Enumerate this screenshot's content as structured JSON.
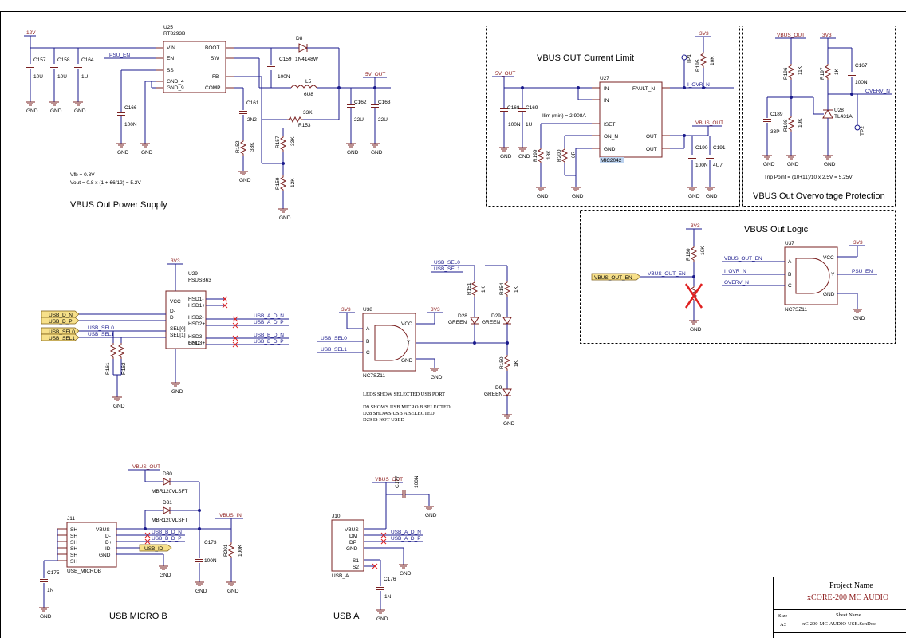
{
  "titles": {
    "power_supply": "VBUS Out Power Supply",
    "current_limit": "VBUS OUT Current Limit",
    "ovp": "VBUS Out Overvoltage Protection",
    "logic": "VBUS Out Logic",
    "usb_micro": "USB MICRO B",
    "usb_a": "USB A"
  },
  "notes": {
    "vfb": "Vfb = 0.8V",
    "vout": "Vout = 0.8 x (1 + 66/12) = 5.2V",
    "ilim": "Ilim (min) = 2.908A",
    "trip": "Trip Point = (10+11)/10 x 2.5V = 5.25V",
    "leds1": "LEDS SHOW SELECTED USB PORT",
    "leds2": "D9 SHOWS USB MICRO B SELECTED",
    "leds3": "D28 SHOWS USB A SELECTED",
    "leds4": "D29 IS NOT USED"
  },
  "nets": {
    "v12": "12V",
    "v5out": "5V_OUT",
    "v3v3": "3V3",
    "vbus_out": "VBUS_OUT",
    "vbus_in": "VBUS_IN",
    "psu_en": "PSU_EN",
    "i_ovr_n": "I_OVR_N",
    "overv_n": "OVERV_N",
    "vbus_out_en": "VBUS_OUT_EN",
    "usb_d_n": "USB_D_N",
    "usb_d_p": "USB_D_P",
    "usb_sel0": "USB_SEL0",
    "usb_sel1": "USB_SEL1",
    "usb_a_d_n": "USB_A_D_N",
    "usb_a_d_p": "USB_A_D_P",
    "usb_b_d_n": "USB_B_D_N",
    "usb_b_d_p": "USB_B_D_P",
    "usb_id": "USB_ID",
    "gnd": "GND",
    "tp1": "TP1",
    "tp2": "TP2"
  },
  "parts": {
    "u25": "U25",
    "u25v": "RT8293B",
    "u27": "U27",
    "u27v": "MIC2042",
    "u28": "U28",
    "u28v": "TL431A",
    "u29": "U29",
    "u29v": "FSUSB63",
    "u38": "U38",
    "u38v": "NC7SZ11",
    "u37": "U37",
    "u37v": "NC7SZ11",
    "j11": "J11",
    "j11v": "USB_MICROB",
    "j10": "J10",
    "j10v": "USB_A",
    "c157": "C157",
    "c158": "C158",
    "c164": "C164",
    "c166": "C166",
    "c159": "C159",
    "c161": "C161",
    "c162": "C162",
    "c163": "C163",
    "c168": "C168",
    "c169": "C169",
    "c190": "C190",
    "c191": "C191",
    "c189": "C189",
    "c167": "C167",
    "c173": "C173",
    "c175": "C175",
    "c177": "C177",
    "c176": "C176",
    "r152": "R152",
    "r157": "R157",
    "r153": "R153",
    "r159": "R159",
    "r195": "R195",
    "r199": "R199",
    "r200": "R200",
    "r196": "R196",
    "r198": "R198",
    "r197": "R197",
    "r160": "R160",
    "r151": "R151",
    "r154": "R154",
    "r150": "R150",
    "r201": "R201",
    "r161": "R161",
    "r162": "R162",
    "l5": "L5",
    "l5v": "6U8",
    "d8": "D8",
    "d8v": "1N4148W",
    "d28": "D28",
    "d29": "D29",
    "d9": "D9",
    "d30": "D30",
    "d31": "D31",
    "dv_mbr": "MBR120VLSFT",
    "green": "GREEN"
  },
  "values": {
    "v10u": "10U",
    "v1u": "1U",
    "v100n": "100N",
    "v2n2": "2N2",
    "v22u": "22U",
    "v33k": "33K",
    "v12k": "12K",
    "v10k": "10K",
    "v18k": "18K",
    "v0r": "0R",
    "v4u7": "4U7",
    "v33p": "33P",
    "v11k": "11K",
    "v1k": "1K",
    "v1n": "1N",
    "v100k": "100K"
  },
  "pins": {
    "vin": "VIN",
    "en": "EN",
    "ss": "SS",
    "gnd4": "GND_4",
    "gnd9": "GND_9",
    "boot": "BOOT",
    "sw": "SW",
    "fb": "FB",
    "comp": "COMP",
    "in": "IN",
    "iset": "ISET",
    "on_n": "ON_N",
    "gndp": "GND",
    "fault_n": "FAULT_N",
    "out": "OUT",
    "vcc": "VCC",
    "hsd1m": "HSD1-",
    "hsd1p": "HSD1+",
    "hsd2m": "HSD2-",
    "hsd2p": "HSD2+",
    "hsd3m": "HSD3-",
    "hsd3p": "HSD3+",
    "dm": "D-",
    "dp": "D+",
    "sel0": "SEL[0]",
    "sel1": "SEL[1]",
    "a": "A",
    "b": "B",
    "c": "C",
    "y": "Y",
    "sh": "SH",
    "vbus": "VBUS",
    "id": "ID",
    "dmm": "DM",
    "dpp": "DP",
    "s1": "S1",
    "s2": "S2"
  },
  "title_block": {
    "project_label": "Project Name",
    "project": "xCORE-200 MC AUDIO",
    "size_label": "Size",
    "size": "A3",
    "sheet_label": "Sheet Name",
    "sheet": "xC-200-MC-AUDIO-USB.SchDoc"
  }
}
